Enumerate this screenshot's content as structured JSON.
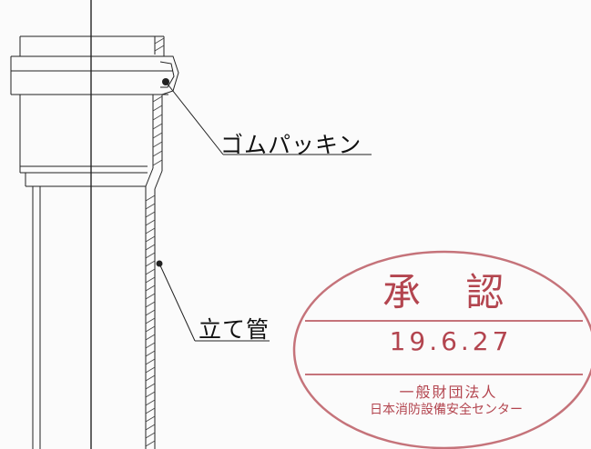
{
  "labels": {
    "gasket": "ゴムパッキン",
    "pipe": "立て管"
  },
  "stamp": {
    "title": "承 認",
    "date": "19.6.27",
    "org_line1": "一般財団法人",
    "org_line2": "日本消防設備安全センター"
  },
  "colors": {
    "stamp": "#b3454f",
    "line": "#222222",
    "faint_line": "#555555"
  }
}
